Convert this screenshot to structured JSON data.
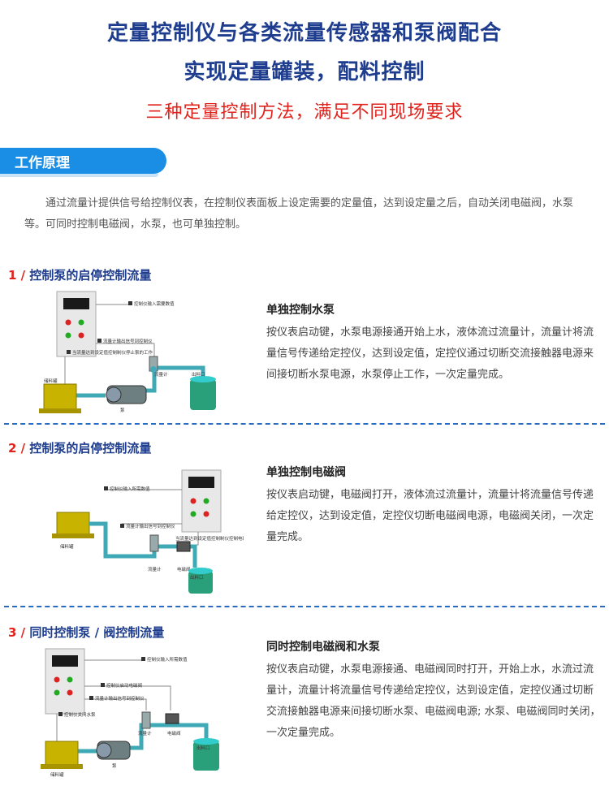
{
  "header": {
    "title_line1": "定量控制仪与各类流量传感器和泵阀配合",
    "title_line2": "实现定量罐装，配料控制",
    "subtitle": "三种定量控制方法，满足不同现场要求"
  },
  "section": {
    "title": "工作原理",
    "intro": "通过流量计提供信号给控制仪表，在控制仪表面板上设定需要的定量值，达到设定量之后，自动关闭电磁阀，水泵等。可同时控制电磁阀，水泵，也可单独控制。"
  },
  "methods": [
    {
      "num": "1 /",
      "title": "控制泵的启停控制流量",
      "desc_title": "单独控制水泵",
      "desc": "按仪表启动键，水泵电源接通开始上水，液体流过流量计，流量计将流量信号传递给定控仪，达到设定值，定控仪通过切断交流接触器电源来间接切断水泵电源，水泵停止工作，一次定量完成。",
      "labels": {
        "step1": "控制仪输入需要数值",
        "step2": "流量计输出信号到控制仪",
        "step3": "当流量达到设定值控制制仪停止泵的工作",
        "tank": "储料罐",
        "pump": "泵",
        "meter": "流量计",
        "outlet": "出料口"
      }
    },
    {
      "num": "2 /",
      "title": "控制泵的启停控制流量",
      "desc_title": "单独控制电磁阀",
      "desc": "按仪表启动键，电磁阀打开，液体流过流量计，流量计将流量信号传递给定控仪，达到设定值，定控仪切断电磁阀电源，电磁阀关闭，一次定量完成。",
      "labels": {
        "step1": "控制仪输入所需数值",
        "step2": "流量计输出信号到控制仪",
        "step3": "当流量达到设定值控制制仪控制电磁阀",
        "tank": "储料罐",
        "meter": "流量计",
        "valve": "电磁阀",
        "outlet": "出料口"
      }
    },
    {
      "num": "3 /",
      "title": "同时控制泵 / 阀控制流量",
      "desc_title": "同时控制电磁阀和水泵",
      "desc": "按仪表启动键，水泵电源接通、电磁阀同时打开，开始上水，水流过流量计，流量计将流量信号传递给定控仪，达到设定值，定控仪通过切断交流接触器电源来间接切断水泵、电磁阀电源; 水泵、电磁阀同时关闭，一次定量完成。",
      "labels": {
        "step1": "控制仪输入所需数值",
        "step2": "控制仪启动电磁阀",
        "step3": "流量计输出信号到控制仪",
        "step4": "控制仪关闭水泵",
        "tank": "储料罐",
        "pump": "泵",
        "meter": "流量计",
        "valve": "电磁阀",
        "outlet": "出料口"
      }
    }
  ],
  "colors": {
    "title_blue": "#1e3d8f",
    "accent_red": "#e0231d",
    "tab_blue": "#1a8ee5",
    "pipe": "#3fa9b5",
    "tank_yellow": "#c8b400"
  }
}
